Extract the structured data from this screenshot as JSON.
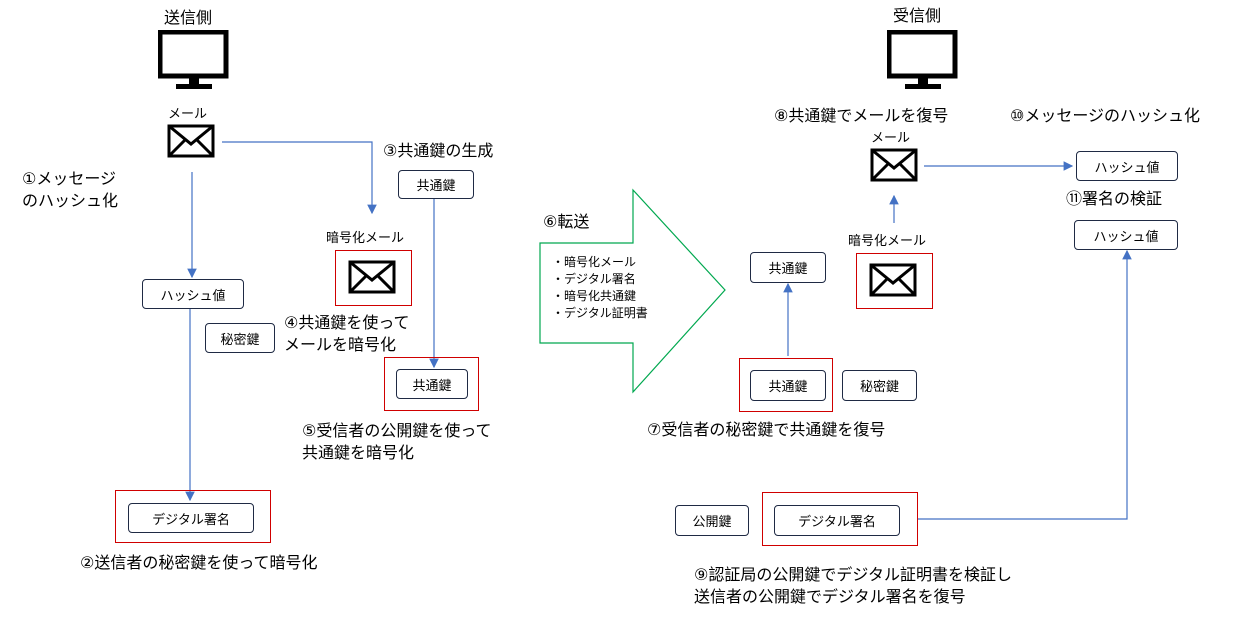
{
  "sender": {
    "title": "送信側",
    "mail_label": "メール",
    "step1_line1": "①メッセージ",
    "step1_line2": "のハッシュ化",
    "hash_box": "ハッシュ値",
    "private_key_box": "秘密鍵",
    "signature_box": "デジタル署名",
    "step2": "②送信者の秘密鍵を使って暗号化",
    "step3": "③共通鍵の生成",
    "common_key_box": "共通鍵",
    "encrypted_mail_label": "暗号化メール",
    "step4_line1": "④共通鍵を使って",
    "step4_line2": "メールを暗号化",
    "common_key_box2": "共通鍵",
    "step5_line1": "⑤受信者の公開鍵を使って",
    "step5_line2": "共通鍵を暗号化"
  },
  "transfer": {
    "label": "⑥転送",
    "items": [
      "・暗号化メール",
      "・デジタル署名",
      "・暗号化共通鍵",
      "・デジタル証明書"
    ]
  },
  "receiver": {
    "title": "受信側",
    "step8": "⑧共通鍵でメールを復号",
    "mail_label": "メール",
    "step10": "⑩メッセージのハッシュ化",
    "hash_box1": "ハッシュ値",
    "step11": "⑪署名の検証",
    "hash_box2": "ハッシュ値",
    "common_key_box": "共通鍵",
    "encrypted_mail_label": "暗号化メール",
    "common_key_box2": "共通鍵",
    "private_key_box": "秘密鍵",
    "step7": "⑦受信者の秘密鍵で共通鍵を復号",
    "public_key_box": "公開鍵",
    "signature_box": "デジタル署名",
    "step9_line1": "⑨認証局の公開鍵でデジタル証明書を検証し",
    "step9_line2": "送信者の公開鍵でデジタル署名を復号"
  },
  "colors": {
    "arrow": "#4472c4",
    "highlight": "#d00000",
    "transfer_outline": "#00a84f",
    "box_border": "#1f2a44"
  },
  "icons": [
    "monitor-icon",
    "envelope-icon"
  ]
}
